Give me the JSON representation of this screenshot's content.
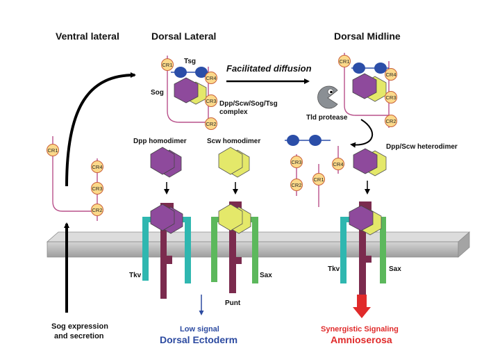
{
  "headers": {
    "ventral_lateral": "Ventral lateral",
    "dorsal_lateral": "Dorsal Lateral",
    "dorsal_midline": "Dorsal Midline"
  },
  "labels": {
    "tsg": "Tsg",
    "sog": "Sog",
    "complex_line1": "Dpp/Scw/Sog/Tsg",
    "complex_line2": "complex",
    "facilitated_diffusion": "Facilitated diffusion",
    "tld_protease": "Tld protease",
    "dpp_homodimer": "Dpp homodimer",
    "scw_homodimer": "Scw homodimer",
    "dpp_scw_heterodimer": "Dpp/Scw heterodimer",
    "tkv_left": "Tkv",
    "sax_left": "Sax",
    "punt": "Punt",
    "tkv_right": "Tkv",
    "sax_right": "Sax",
    "sog_expression_line1": "Sog expression",
    "sog_expression_line2": "and secretion",
    "low_signal": "Low signal",
    "dorsal_ectoderm": "Dorsal Ectoderm",
    "synergistic_signaling": "Synergistic Signaling",
    "amnioserosa": "Amnioserosa"
  },
  "cr_domains": {
    "cr1": "CR1",
    "cr2": "CR2",
    "cr3": "CR3",
    "cr4": "CR4"
  },
  "colors": {
    "dpp": "#8e4a9c",
    "scw": "#e4e86a",
    "tsg": "#2b4ea8",
    "cr_fill": "#fbd98a",
    "sog_line": "#b8508a",
    "tkv": "#2fb7b0",
    "sax": "#5cb85c",
    "punt": "#7b2b4e",
    "membrane": "#b8b8b8",
    "low_signal_text": "#2c4aa0",
    "amnioserosa_text": "#e02a2a"
  }
}
